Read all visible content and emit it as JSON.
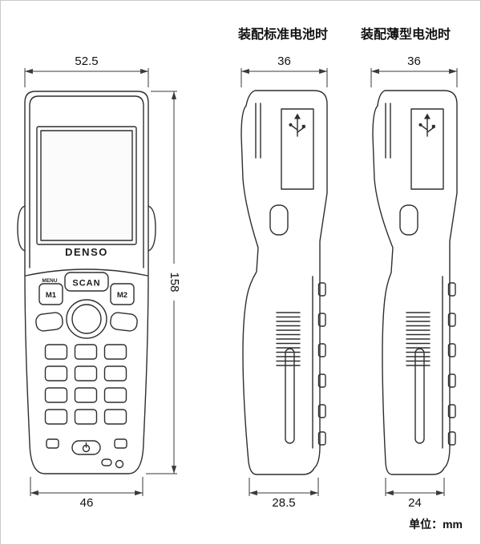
{
  "header": {
    "label_standard_battery": "装配标准电池时",
    "label_thin_battery": "装配薄型电池时"
  },
  "footer": {
    "unit_label": "单位：mm"
  },
  "device": {
    "brand": "DENSO",
    "buttons": {
      "scan": "SCAN",
      "m1": "M1",
      "m2": "M2",
      "menu": "MENU"
    }
  },
  "dimensions": {
    "front": {
      "top_width_mm": "52.5",
      "height_mm": "158",
      "bottom_width_mm": "46"
    },
    "side_standard": {
      "top_depth_mm": "36",
      "bottom_depth_mm": "28.5"
    },
    "side_thin": {
      "top_depth_mm": "36",
      "bottom_depth_mm": "24"
    }
  },
  "colors": {
    "line": "#2e2e2e",
    "dimension": "#3a3a3a",
    "text": "#111111",
    "background": "#ffffff",
    "border": "#c9c9c9",
    "screen_fill": "#fbfbfb"
  }
}
